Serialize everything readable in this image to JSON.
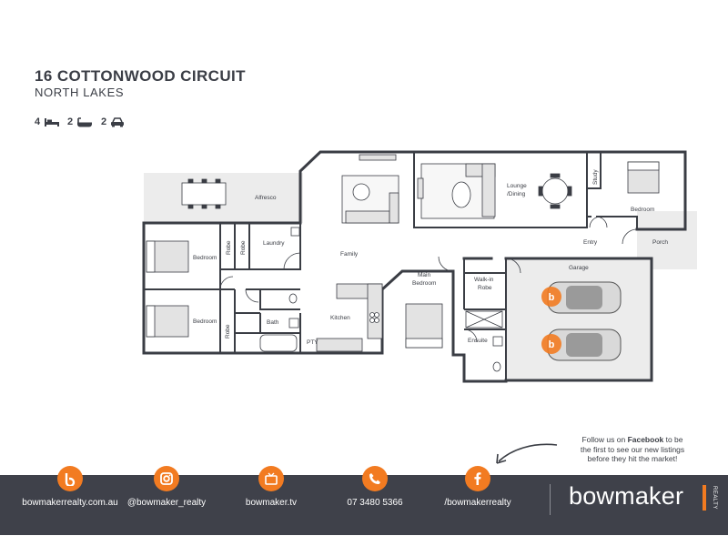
{
  "listing": {
    "address": "16 COTTONWOOD CIRCUIT",
    "suburb": "NORTH LAKES",
    "bedrooms": "4",
    "bathrooms": "2",
    "car_spaces": "2"
  },
  "rooms": {
    "alfresco": "Alfresco",
    "lounge": "Lounge",
    "dining": "/Dining",
    "study": "Study",
    "bedroom_front": "Bedroom",
    "family": "Family",
    "laundry": "Laundry",
    "robe_1": "Robe",
    "robe_2": "Robe",
    "bedroom_1": "Bedroom",
    "bedroom_2": "Bedroom",
    "robe_3": "Robe",
    "bath": "Bath",
    "kitchen": "Kitchen",
    "pantry": "PTY",
    "main_bedroom_1": "Main",
    "main_bedroom_2": "Bedroom",
    "walkin_1": "Walk-in",
    "walkin_2": "Robe",
    "ensuite": "Ensuite",
    "entry": "Entry",
    "porch": "Porch",
    "garage": "Garage"
  },
  "promo": {
    "line1_pre": "Follow us on ",
    "line1_bold": "Facebook",
    "line1_post": " to be",
    "line2": "the first to see our new listings",
    "line3": "before they hit the market!"
  },
  "footer": {
    "website": "bowmakerrealty.com.au",
    "instagram": "@bowmaker_realty",
    "tv": "bowmaker.tv",
    "phone": "07 3480 5366",
    "facebook": "/bowmakerrealty",
    "brand": "bowmaker",
    "brand_sub": "REALTY"
  },
  "colors": {
    "accent": "#f27b21",
    "footer_bg": "#3f414a",
    "wall": "#3a3d44"
  },
  "icons": [
    "bed-icon",
    "bath-icon",
    "car-icon",
    "home-logo-icon",
    "instagram-icon",
    "tv-icon",
    "phone-icon",
    "facebook-icon",
    "arrow-icon"
  ]
}
